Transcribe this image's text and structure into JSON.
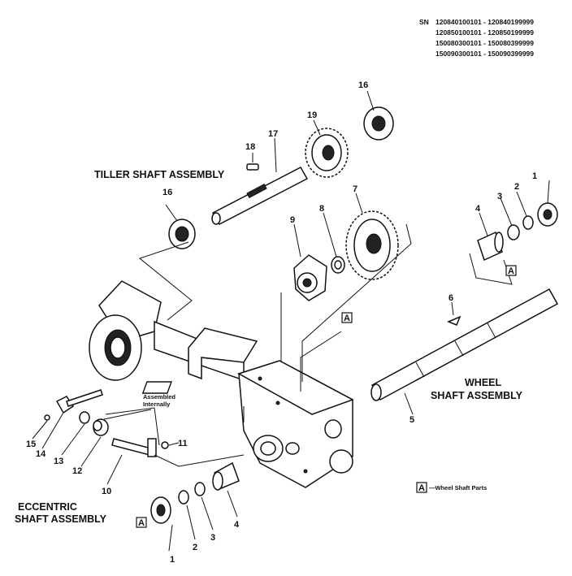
{
  "serials": {
    "prefix": "SN",
    "ranges": [
      "120840100101 - 120840199999",
      "120850100101 - 120850199999",
      "150080300101 - 150080399999",
      "150090300101 - 150090399999"
    ]
  },
  "assemblies": {
    "tiller": "TILLER SHAFT ASSEMBLY",
    "wheel_line1": "WHEEL",
    "wheel_line2": "SHAFT ASSEMBLY",
    "eccentric_line1": "ECCENTRIC",
    "eccentric_line2": "SHAFT ASSEMBLY"
  },
  "annotations": {
    "assembled_line1": "Assembled",
    "assembled_line2": "Internally"
  },
  "legend": {
    "marker": "A",
    "text": "—Wheel Shaft Parts"
  },
  "callouts": {
    "c1_top": "1",
    "c2_top": "2",
    "c3_top": "3",
    "c4_top": "4",
    "c5": "5",
    "c6": "6",
    "c7": "7",
    "c8": "8",
    "c9": "9",
    "c10": "10",
    "c11": "11",
    "c12": "12",
    "c13": "13",
    "c14": "14",
    "c15": "15",
    "c16_left": "16",
    "c16_top": "16",
    "c17": "17",
    "c18": "18",
    "c19": "19",
    "c1_bot": "1",
    "c2_bot": "2",
    "c3_bot": "3",
    "c4_bot": "4"
  },
  "markers": {
    "a_top_right": "A",
    "a_center": "A",
    "a_bottom_left": "A"
  }
}
